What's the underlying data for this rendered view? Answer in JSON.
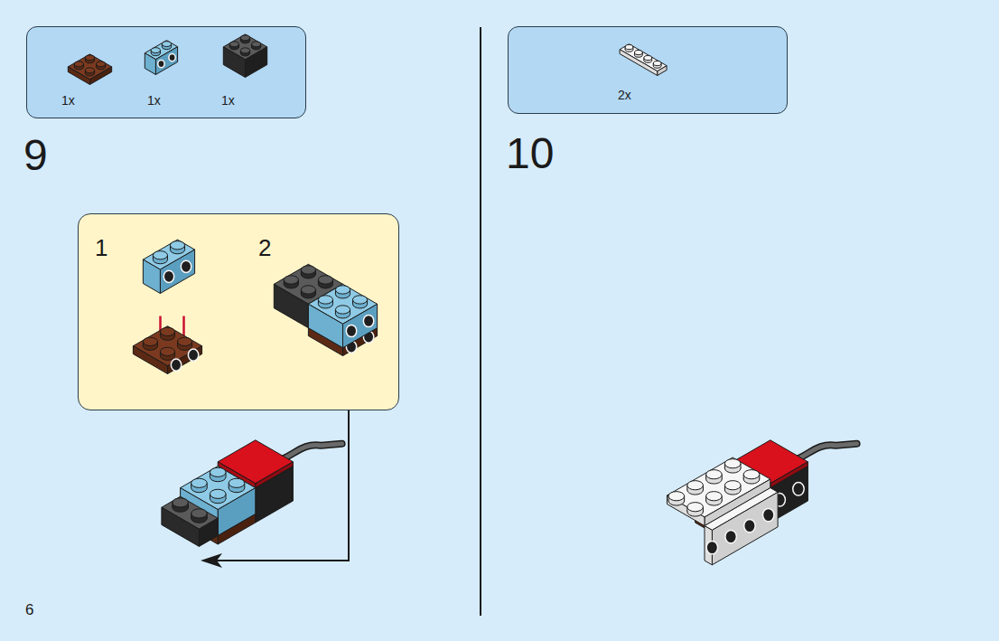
{
  "diagram": {
    "nodes": [
      {
        "text": [
          "1x",
          "1x",
          "1x"
        ]
      },
      {
        "text": [
          "2x"
        ]
      },
      {
        "text": [
          "1",
          "2"
        ]
      }
    ],
    "labels": [
      "9",
      "10",
      "6"
    ]
  }
}
